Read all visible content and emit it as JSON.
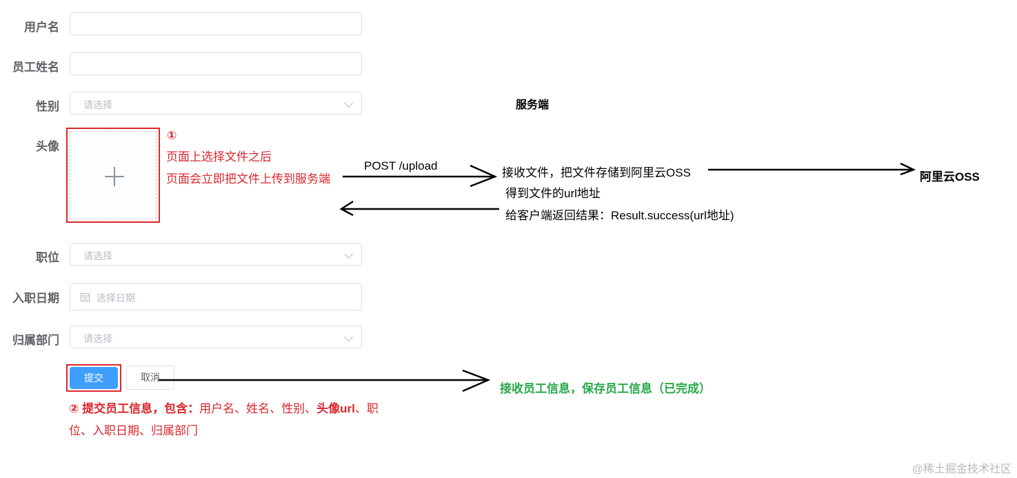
{
  "form": {
    "username_label": "用户名",
    "name_label": "员工姓名",
    "gender_label": "性别",
    "gender_placeholder": "请选择",
    "avatar_label": "头像",
    "position_label": "职位",
    "position_placeholder": "请选择",
    "entry_date_label": "入职日期",
    "entry_date_placeholder": "选择日期",
    "dept_label": "归属部门",
    "dept_placeholder": "请选择",
    "submit_label": "提交",
    "cancel_label": "取消"
  },
  "annotations": {
    "step1_marker": "①",
    "step1_line1": "页面上选择文件之后",
    "step1_line2": "页面会立即把文件上传到服务端",
    "request_label": "POST /upload",
    "server_title": "服务端",
    "server_line1": "接收文件，把文件存储到阿里云OSS",
    "server_line2": "得到文件的url地址",
    "server_line3": "给客户端返回结果：Result.success(url地址)",
    "oss_label": "阿里云OSS",
    "step2_bold": "② 提交员工信息，包含：",
    "step2_text1": "用户名、姓名、性别、",
    "step2_bold2": "头像url",
    "step2_text2": "、职",
    "step2_line2": "位、入职日期、归属部门",
    "save_result": "接收员工信息，保存员工信息（已完成）"
  },
  "watermark": "@稀土掘金技术社区",
  "colors": {
    "annotation_red": "#d9262c",
    "result_green": "#2aa84a",
    "primary_button": "#409eff",
    "label_gray": "#5f6266"
  }
}
